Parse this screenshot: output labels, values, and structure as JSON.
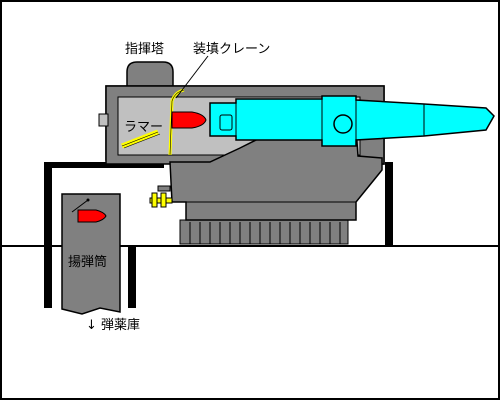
{
  "labels": {
    "director_tower": "指揮塔",
    "loading_crane": "装填クレーン",
    "rammer": "ラマー",
    "hoist_tube": "揚弾筒",
    "magazine": "↓ 弾薬庫"
  },
  "colors": {
    "barrel": "#00ffff",
    "turret_fill": "#c0c0c0",
    "mount_fill": "#808080",
    "base_fill": "#808080",
    "dark": "#808080",
    "shell": "#ff0000",
    "rammer": "#ffff00",
    "hoist": "#808080",
    "line": "#000000"
  }
}
